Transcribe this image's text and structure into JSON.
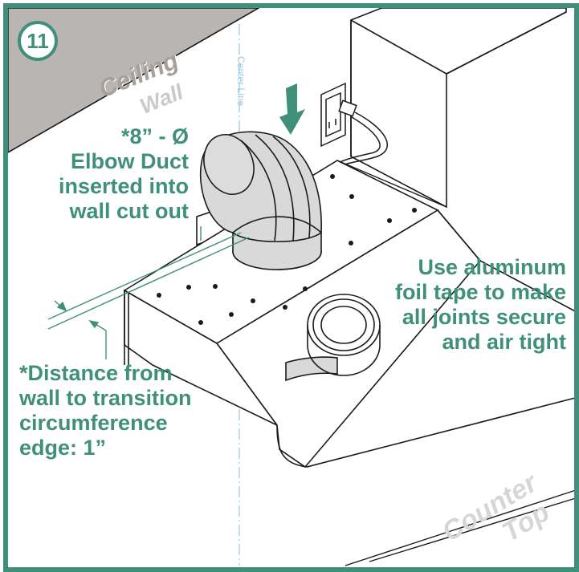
{
  "step": {
    "number": "11"
  },
  "labels": {
    "ceiling": "Ceiling",
    "wall": "Wall",
    "center_line": "Center Line",
    "counter": "Counter",
    "top": "Top"
  },
  "callouts": {
    "elbow": [
      "*8” - Ø",
      "Elbow Duct",
      "inserted into",
      "wall cut out"
    ],
    "tape": [
      "Use aluminum",
      "foil tape to make",
      "all joints secure",
      "and air tight"
    ],
    "distance": [
      "*Distance from",
      "wall to transition",
      "circumference",
      "edge: 1”"
    ]
  },
  "colors": {
    "accent": "#3f8f7a",
    "ceiling_fill": "#b9b5b2",
    "duct_fill": "#d9d9d9",
    "line": "#1a1a1a",
    "center_line": "#9fc8e3"
  },
  "icons": {
    "step_badge": "circled-number",
    "arrow": "down-arrow-icon"
  }
}
